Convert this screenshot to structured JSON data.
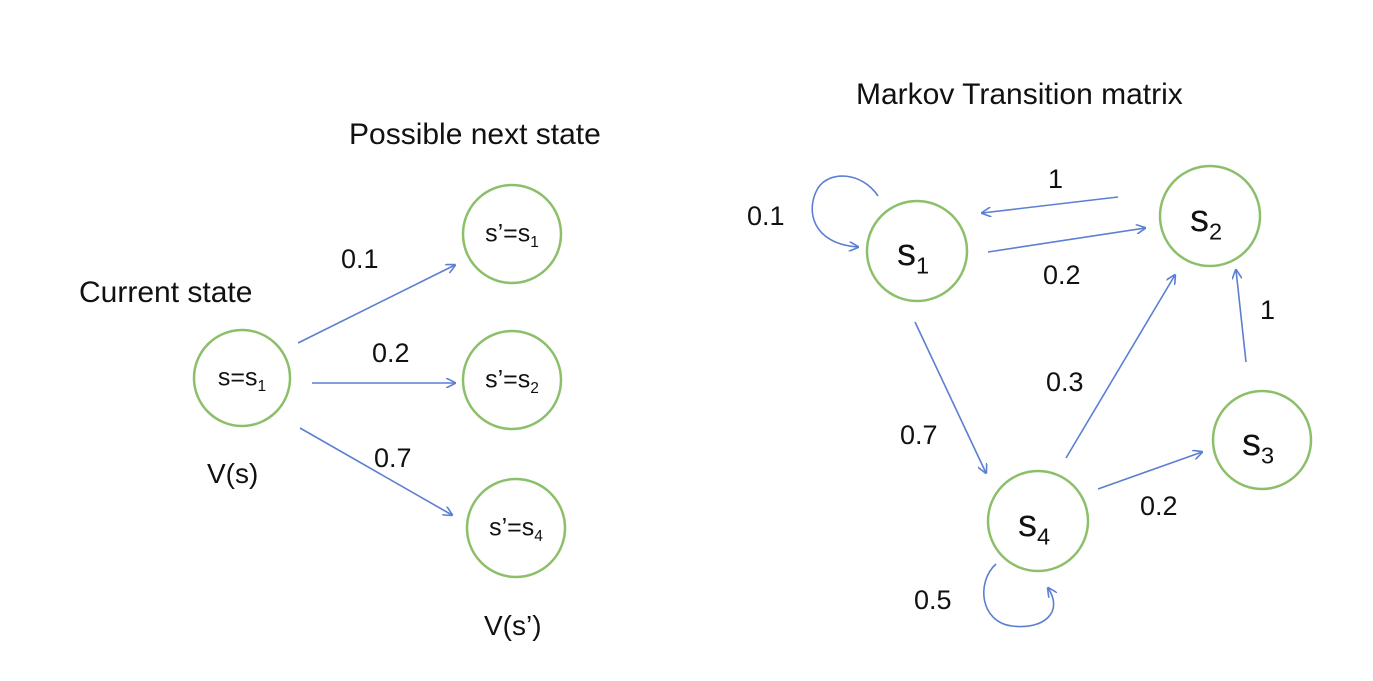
{
  "left_diagram": {
    "title": "Possible next state",
    "current_label": "Current state",
    "current_node": {
      "base": "s=s",
      "sub": "1"
    },
    "value_current": "V(s)",
    "value_next": "V(s’)",
    "next_nodes": [
      {
        "base": "s’=s",
        "sub": "1"
      },
      {
        "base": "s’=s",
        "sub": "2"
      },
      {
        "base": "s’=s",
        "sub": "4"
      }
    ],
    "edge_labels": [
      "0.1",
      "0.2",
      "0.7"
    ]
  },
  "right_diagram": {
    "title": "Markov Transition matrix",
    "nodes": [
      {
        "base": "s",
        "sub": "1"
      },
      {
        "base": "s",
        "sub": "2"
      },
      {
        "base": "s",
        "sub": "3"
      },
      {
        "base": "s",
        "sub": "4"
      }
    ],
    "edge_labels": {
      "s1_self": "0.1",
      "s2_to_s1": "1",
      "s1_to_s2": "0.2",
      "s1_to_s4": "0.7",
      "s4_to_s2": "0.3",
      "s3_to_s2": "1",
      "s4_to_s3": "0.2",
      "s4_self": "0.5"
    }
  },
  "colors": {
    "node_border": "#8cbf6a",
    "arrow": "#5b7fd1",
    "text": "#111111"
  }
}
